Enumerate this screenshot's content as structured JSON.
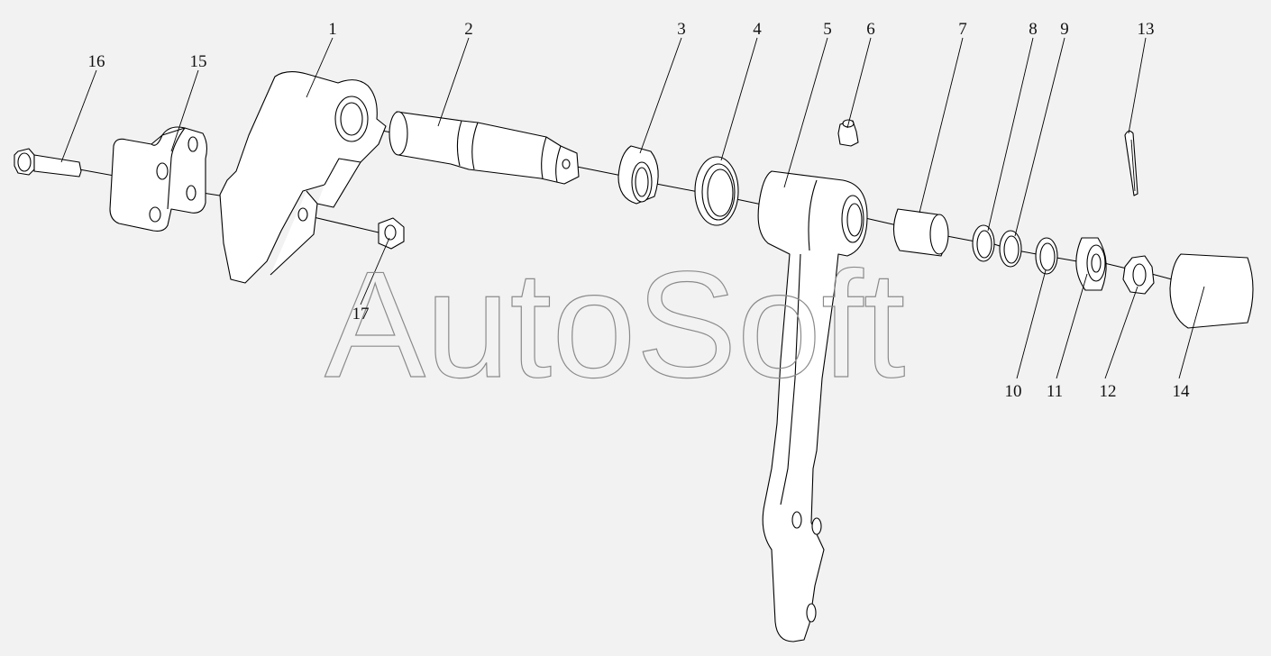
{
  "watermark": "AutoSoft",
  "callouts": [
    {
      "id": "1",
      "label": "1"
    },
    {
      "id": "2",
      "label": "2"
    },
    {
      "id": "3",
      "label": "3"
    },
    {
      "id": "4",
      "label": "4"
    },
    {
      "id": "5",
      "label": "5"
    },
    {
      "id": "6",
      "label": "6"
    },
    {
      "id": "7",
      "label": "7"
    },
    {
      "id": "8",
      "label": "8"
    },
    {
      "id": "9",
      "label": "9"
    },
    {
      "id": "10",
      "label": "10"
    },
    {
      "id": "11",
      "label": "11"
    },
    {
      "id": "12",
      "label": "12"
    },
    {
      "id": "13",
      "label": "13"
    },
    {
      "id": "14",
      "label": "14"
    },
    {
      "id": "15",
      "label": "15"
    },
    {
      "id": "16",
      "label": "16"
    },
    {
      "id": "17",
      "label": "17"
    }
  ],
  "colors": {
    "background": "#f2f2f2",
    "line": "#000000",
    "watermark": "#8a8a8a"
  }
}
